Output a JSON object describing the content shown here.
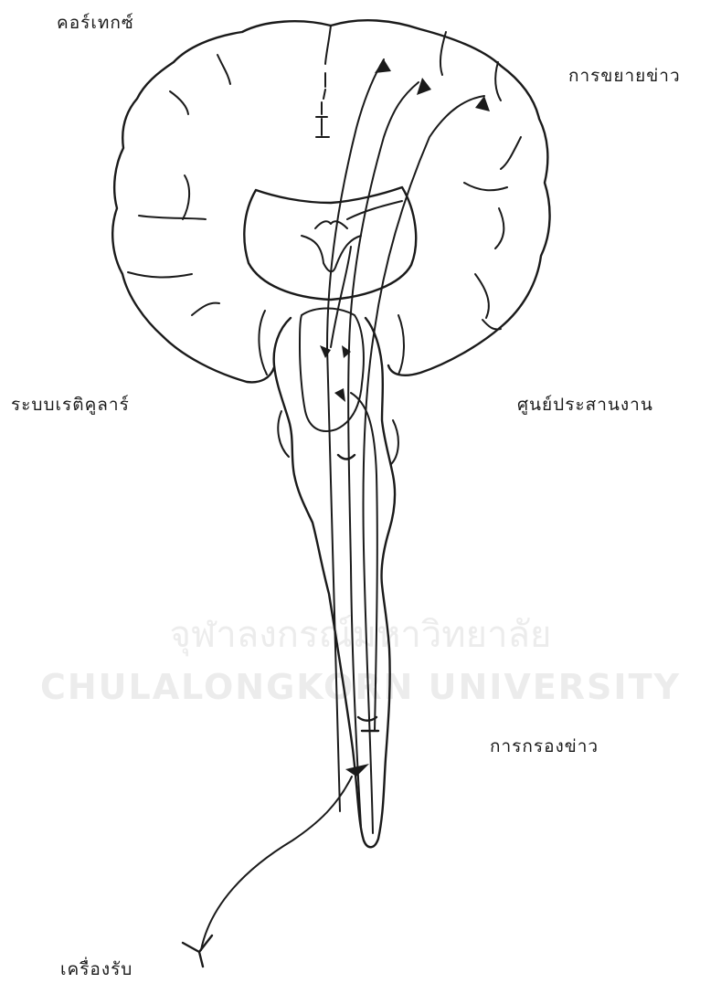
{
  "labels": {
    "cortex": "คอร์เทกซ์",
    "amplification": "การขยายข่าว",
    "reticular": "ระบบเรติคูลาร์",
    "coordination": "ศูนย์ประสานงาน",
    "filtering": "การกรองข่าว",
    "receptor": "เครื่องรับ"
  },
  "watermark": {
    "thai": "จุฬาลงกรณ์มหาวิทยาลัย",
    "english": "CHULALONGKORN UNIVERSITY"
  }
}
